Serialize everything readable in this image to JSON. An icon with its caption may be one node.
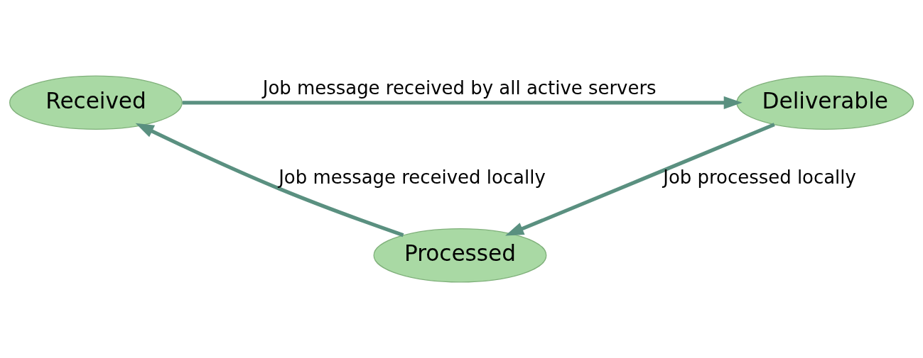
{
  "diagram": {
    "nodes": [
      {
        "text": [
          "Received"
        ]
      },
      {
        "text": [
          "Deliverable"
        ]
      },
      {
        "text": [
          "Processed"
        ]
      }
    ],
    "edges": [
      {
        "from": 0,
        "to": 1,
        "arrow": "to",
        "label": "Job message received by all active servers"
      },
      {
        "from": 1,
        "to": 2,
        "arrow": "to",
        "label": "Job processed locally"
      },
      {
        "from": 2,
        "to": 0,
        "arrow": "to",
        "label": "Job message received locally"
      }
    ]
  }
}
